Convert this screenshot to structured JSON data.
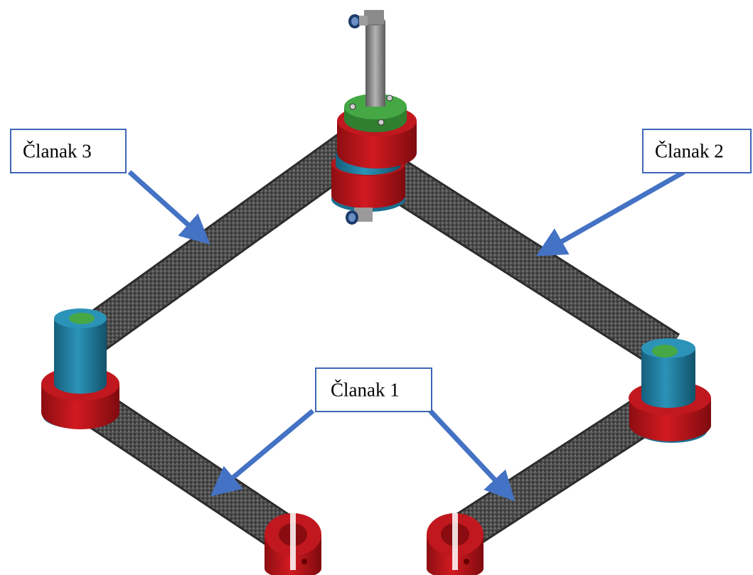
{
  "callouts": {
    "c1": {
      "label": "Članak 1"
    },
    "c2": {
      "label": "Članak 2"
    },
    "c3": {
      "label": "Članak 3"
    }
  },
  "colors": {
    "arrow": "#4472c4",
    "callout_border": "#3f66b8",
    "clamp_red": "#c8141a",
    "joint_blue": "#1e7ea0",
    "cap_green": "#3c9a3c",
    "carbon_dark": "#3a3a3a",
    "carbon_light": "#6e6e6e"
  }
}
